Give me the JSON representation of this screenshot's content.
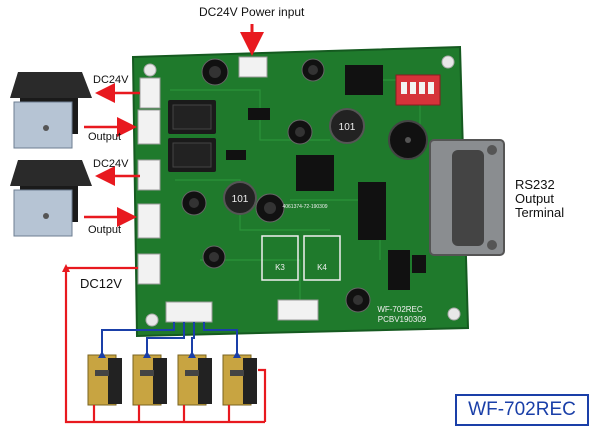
{
  "labels": {
    "power_input": "DC24V Power input",
    "dc24v_top": "DC24V",
    "output_top": "Output",
    "dc24v_bottom": "DC24V",
    "output_bottom": "Output",
    "dc12v": "DC12V",
    "rs232_line1": "RS232",
    "rs232_line2": "Output",
    "rs232_line3": "Terminal"
  },
  "board": {
    "silk_model": "WF-702REC",
    "silk_pcb": "PCBV190309",
    "silk_k3": "K3",
    "silk_k4": "K4",
    "coil_label": "101",
    "silk_serial": "4061374-72-190309"
  },
  "model_badge": "WF-702REC",
  "colors": {
    "arrow_red": "#e8191f",
    "wire_blue": "#1a3fa8",
    "pcb_green": "#1f7a2c",
    "badge_blue": "#1a3fa8"
  }
}
